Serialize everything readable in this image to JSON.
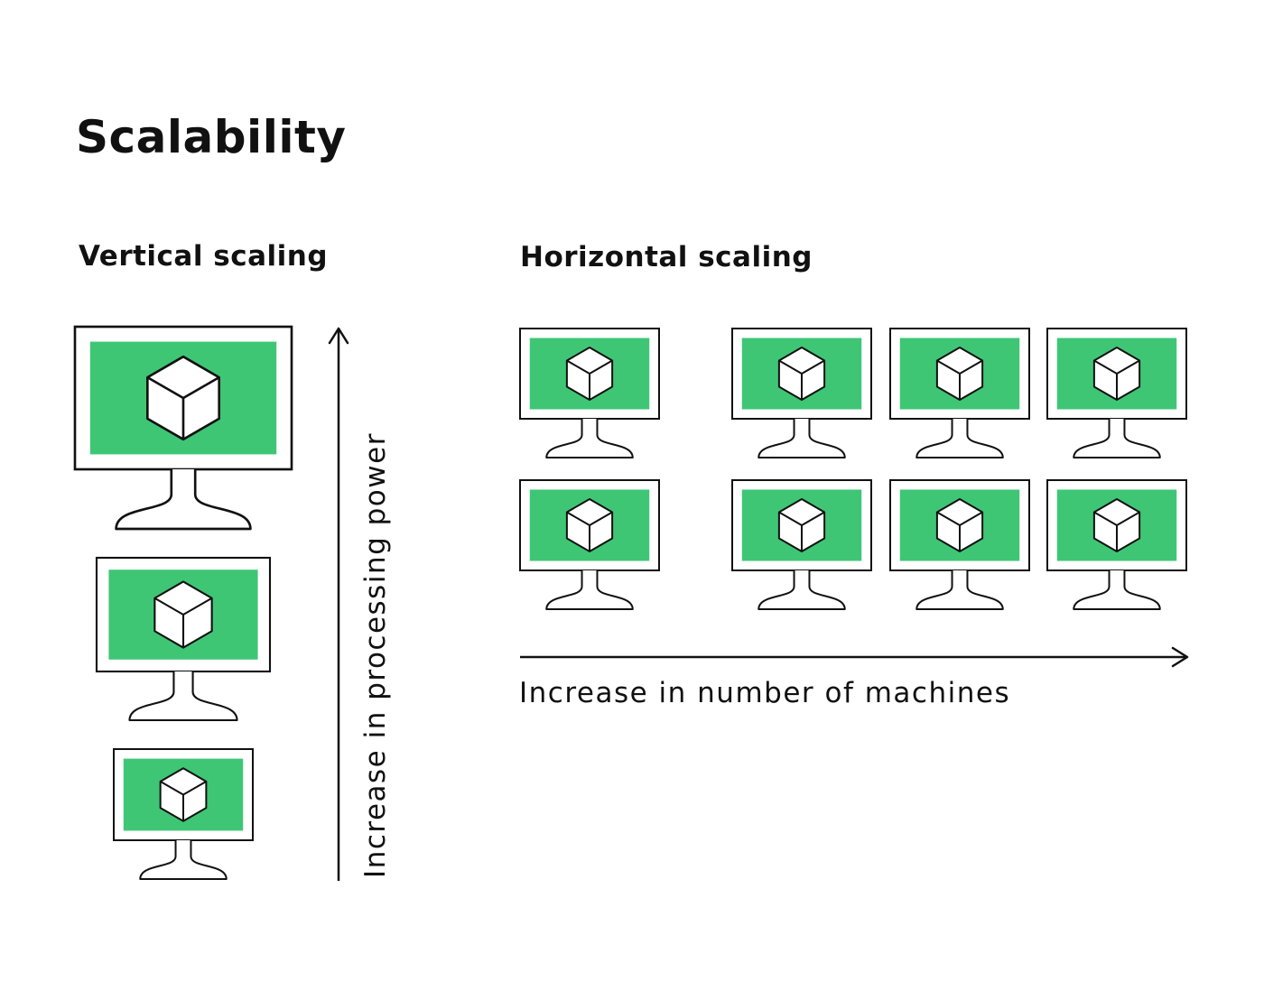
{
  "title": "Scalability",
  "vertical_scaling": {
    "heading": "Vertical scaling",
    "axis_label": "Increase in processing power",
    "machines": [
      "large",
      "medium",
      "small"
    ]
  },
  "horizontal_scaling": {
    "heading": "Horizontal scaling",
    "axis_label": "Increase in number of machines",
    "rows": 2,
    "columns": 4
  },
  "icons": {
    "machine": "monitor-icon",
    "workload": "cube-icon",
    "axis": "arrow-icon"
  },
  "colors": {
    "screen": "#3ec675",
    "outline": "#111111",
    "background": "#ffffff"
  }
}
